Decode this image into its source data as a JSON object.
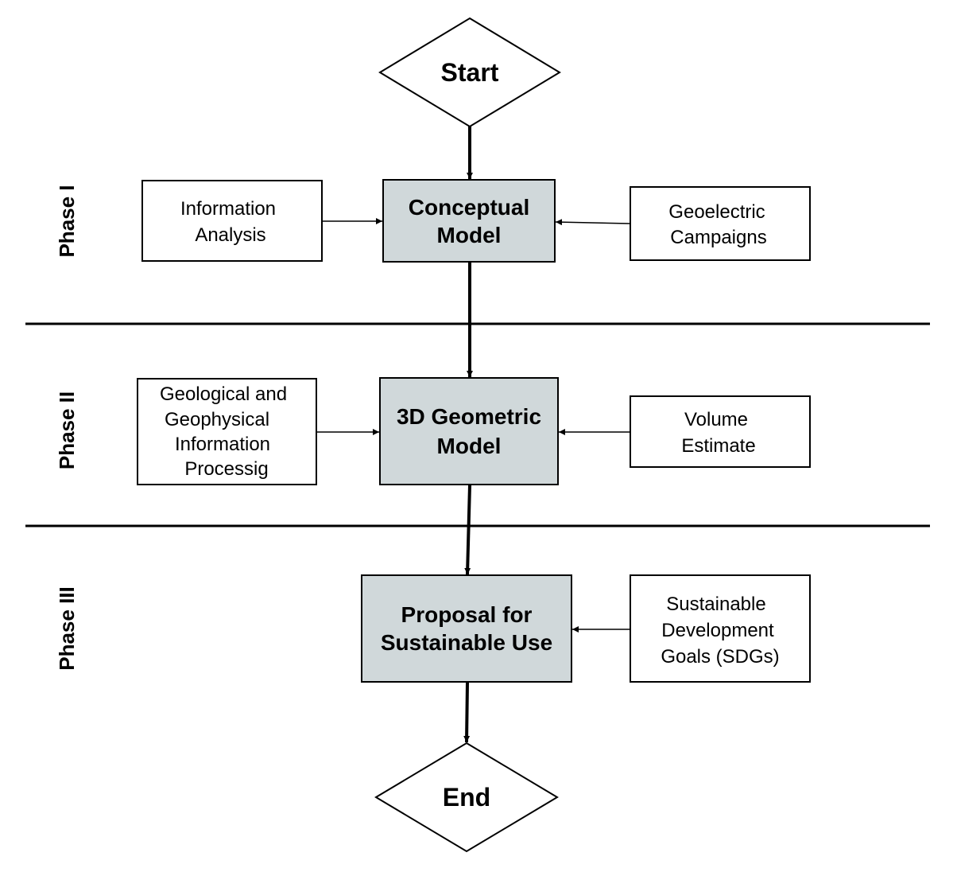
{
  "colors": {
    "main_box_fill": "#d0d8da",
    "aux_box_fill": "#ffffff",
    "stroke": "#000000"
  },
  "phases": [
    "Phase I",
    "Phase II",
    "Phase III"
  ],
  "terminals": {
    "start": "Start",
    "end": "End"
  },
  "main": {
    "conceptual": [
      "Conceptual",
      "Model"
    ],
    "geometric": [
      "3D Geometric",
      "Model"
    ],
    "proposal": [
      "Proposal for",
      "Sustainable Use"
    ]
  },
  "aux": {
    "information_analysis": [
      "Information",
      "Analysis"
    ],
    "geoelectric": [
      "Geoelectric",
      "Campaigns"
    ],
    "geological": [
      "Geological and",
      "Geophysical",
      "Information",
      "Processig"
    ],
    "volume": [
      "Volume",
      "Estimate"
    ],
    "sdgs": [
      "Sustainable",
      "Development",
      "Goals (SDGs)"
    ]
  }
}
